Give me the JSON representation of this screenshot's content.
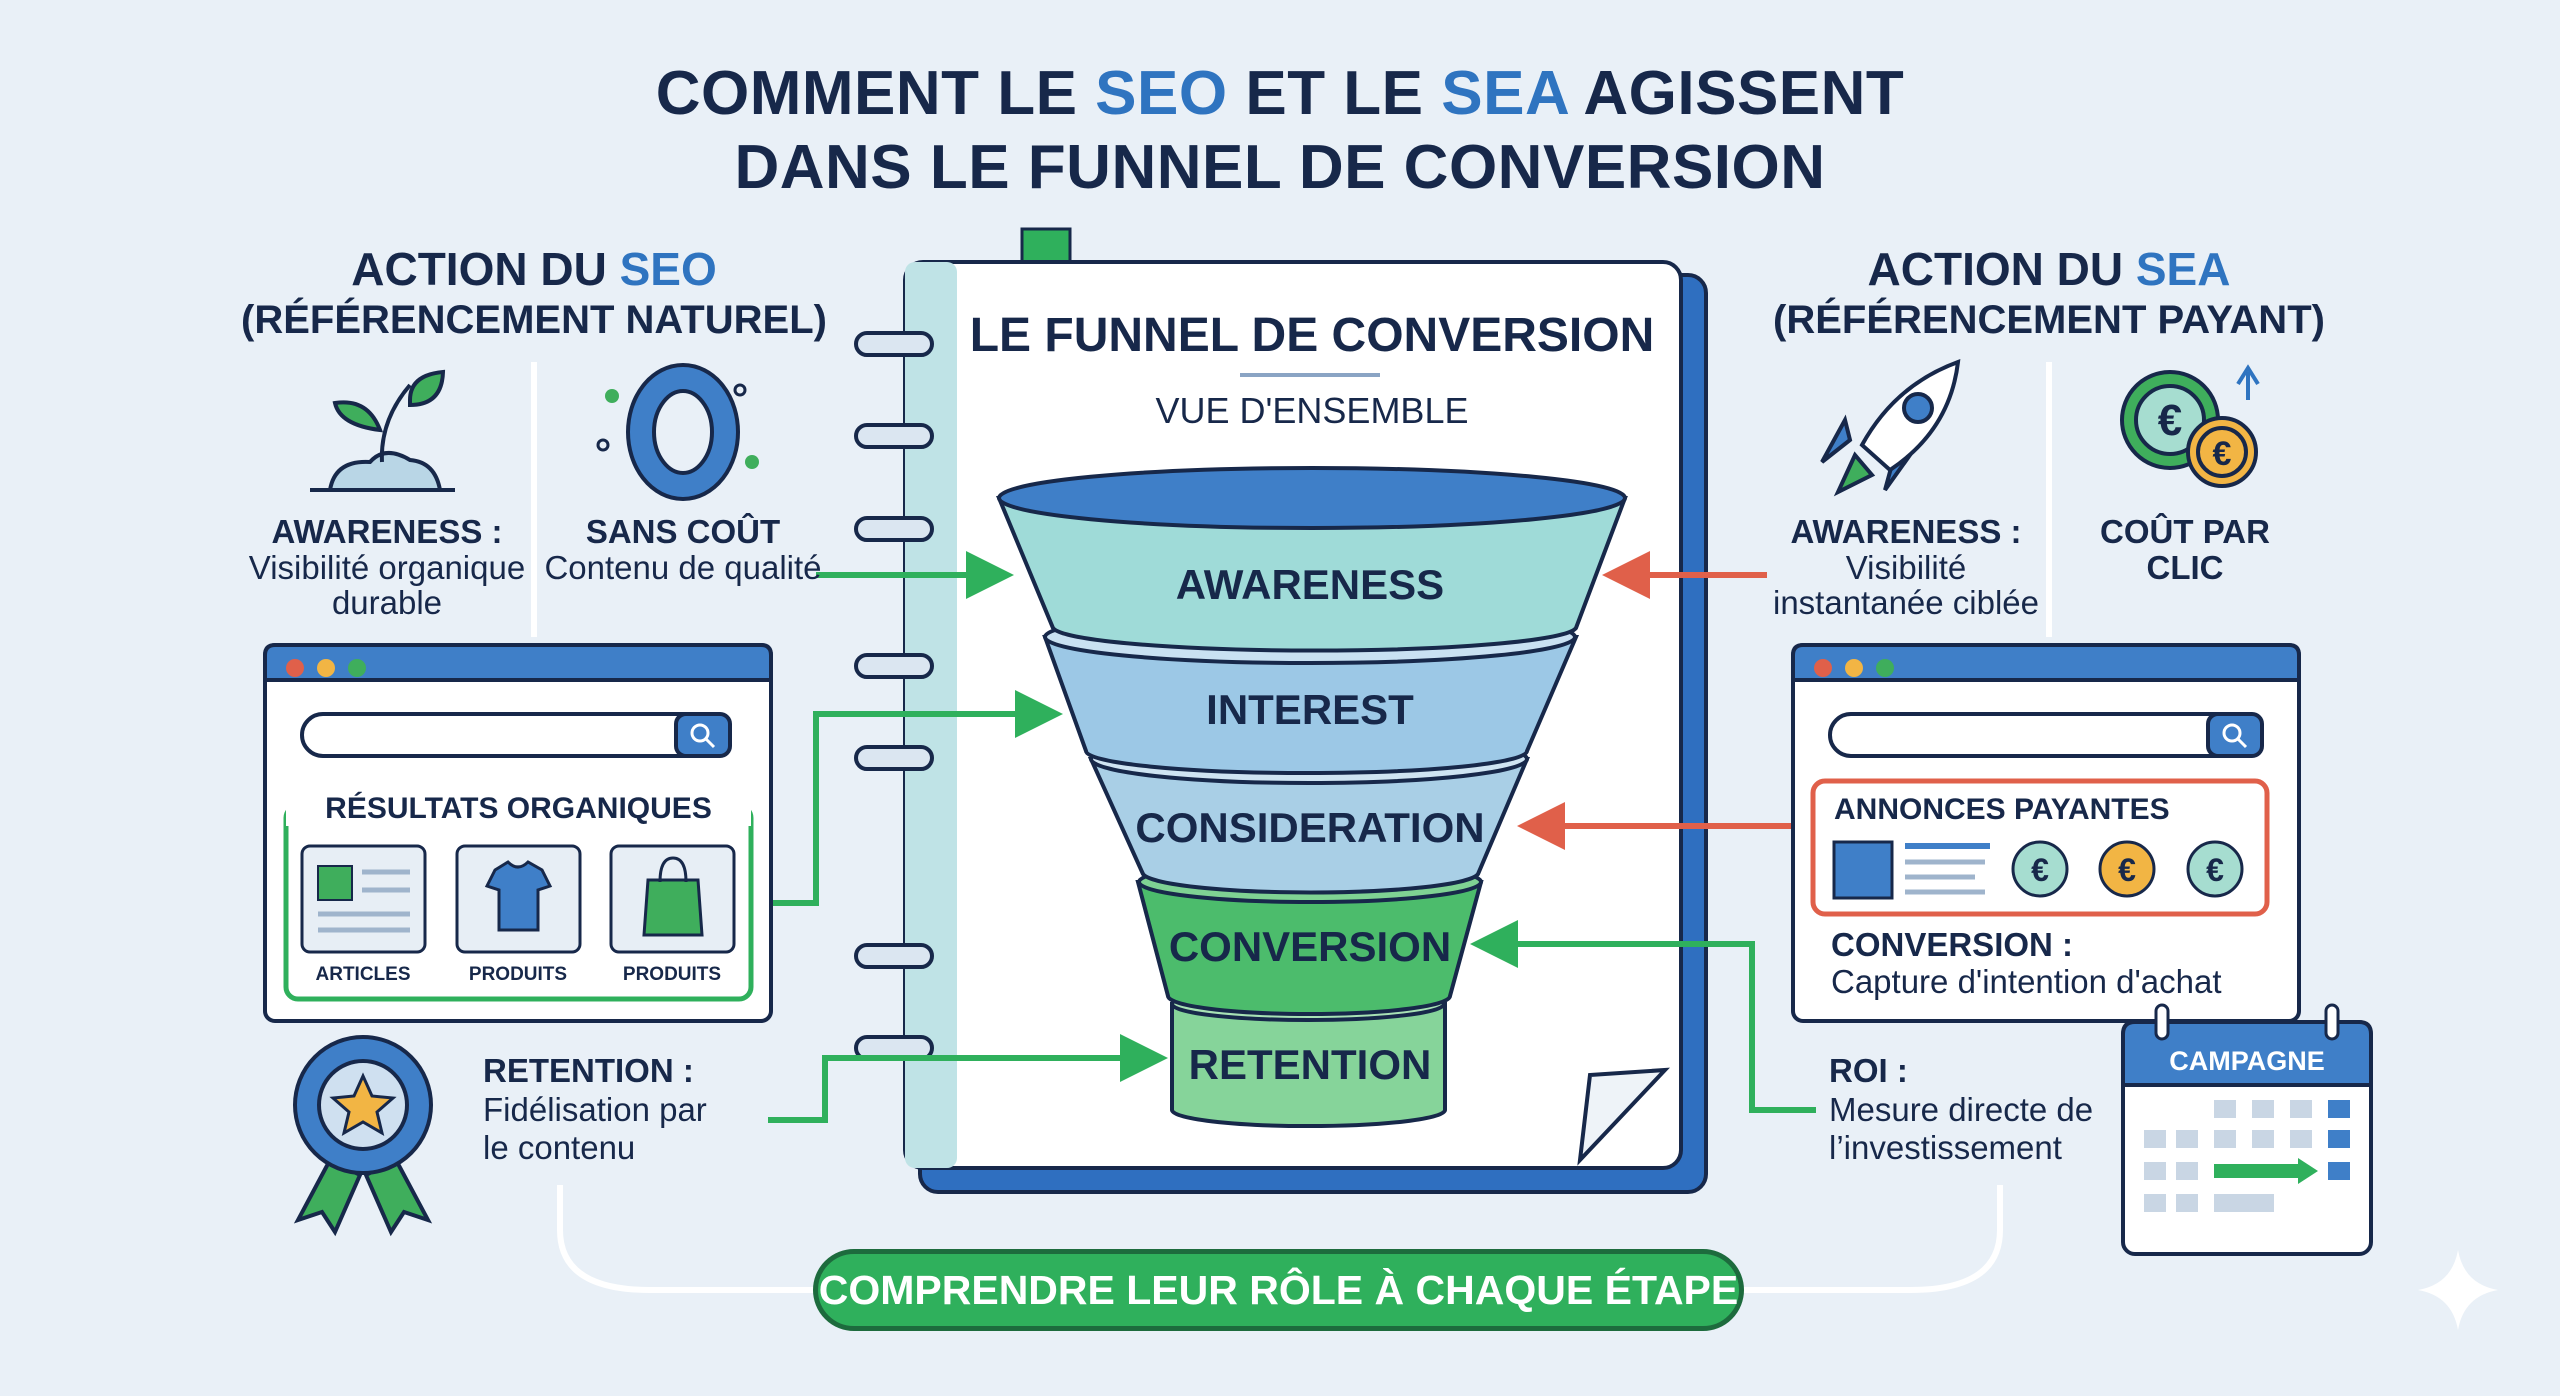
{
  "title": {
    "line1_a": "COMMENT LE ",
    "line1_b": "SEO",
    "line1_c": " ET LE ",
    "line1_d": "SEA",
    "line1_e": " AGISSENT",
    "line2": "DANS LE FUNNEL DE CONVERSION"
  },
  "seo": {
    "heading_a": "ACTION DU ",
    "heading_b": "SEO",
    "subheading": "(RÉFÉRENCEMENT NATUREL)",
    "awareness_label": "AWARENESS :",
    "awareness_text1": "Visibilité organique",
    "awareness_text2": "durable",
    "cost_label": "SANS COÛT",
    "cost_text": "Contenu de qualité",
    "results_label": "RÉSULTATS ORGANIQUES",
    "cards": [
      "ARTICLES",
      "PRODUITS",
      "PRODUITS"
    ],
    "retention_label": "RETENTION :",
    "retention_text1": "Fidélisation par",
    "retention_text2": "le contenu"
  },
  "funnel": {
    "title": "LE FUNNEL DE CONVERSION",
    "subtitle": "VUE D'ENSEMBLE",
    "stages": [
      "AWARENESS",
      "INTEREST",
      "CONSIDERATION",
      "CONVERSION",
      "RETENTION"
    ]
  },
  "sea": {
    "heading_a": "ACTION DU ",
    "heading_b": "SEA",
    "subheading": "(RÉFÉRENCEMENT PAYANT)",
    "awareness_label": "AWARENESS :",
    "awareness_text1": "Visibilité",
    "awareness_text2": "instantanée ciblée",
    "cost_label1": "COÛT PAR",
    "cost_label2": "CLIC",
    "ads_label": "ANNONCES PAYANTES",
    "conversion_label": "CONVERSION :",
    "conversion_text": "Capture d'intention d'achat",
    "roi_label": "ROI :",
    "roi_text1": "Mesure directe de",
    "roi_text2": "l’investissement",
    "calendar_label": "CAMPAGNE"
  },
  "cta": "COMPRENDRE LEUR RÔLE À CHAQUE ÉTAPE",
  "colors": {
    "navy": "#17284a",
    "blue": "#2f74c0",
    "green": "#2fb05c",
    "red": "#e0604a"
  }
}
